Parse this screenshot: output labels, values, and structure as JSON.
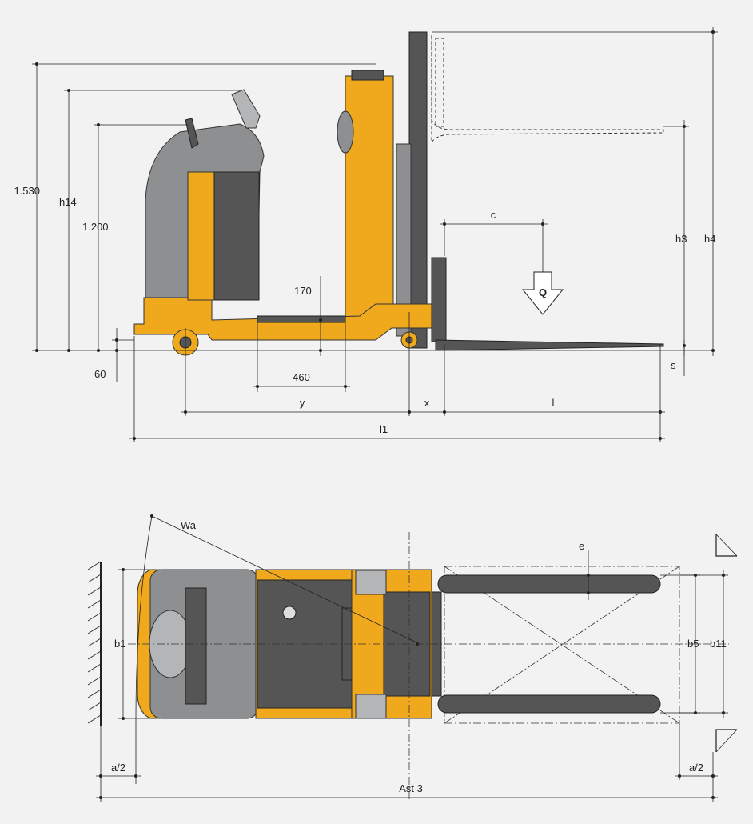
{
  "side_view": {
    "dim_1530": "1.530",
    "dim_h14": "h14",
    "dim_1200": "1.200",
    "dim_170": "170",
    "dim_60": "60",
    "dim_460": "460",
    "dim_y": "y",
    "dim_x": "x",
    "dim_l": "l",
    "dim_l1": "l1",
    "dim_c": "c",
    "load_symbol": "Q",
    "dim_h3": "h3",
    "dim_h4": "h4",
    "dim_s": "s"
  },
  "top_view": {
    "dim_wa": "Wa",
    "dim_e": "e",
    "dim_b1": "b1",
    "dim_b5": "b5",
    "dim_b11": "b11",
    "dim_a2_left": "a/2",
    "dim_a2_right": "a/2",
    "dim_ast3": "Ast 3"
  },
  "colors": {
    "background": "#f2f2f2",
    "truck_yellow": "#f0a91d",
    "truck_grey": "#8e8f91",
    "mast_dark": "#555555"
  }
}
